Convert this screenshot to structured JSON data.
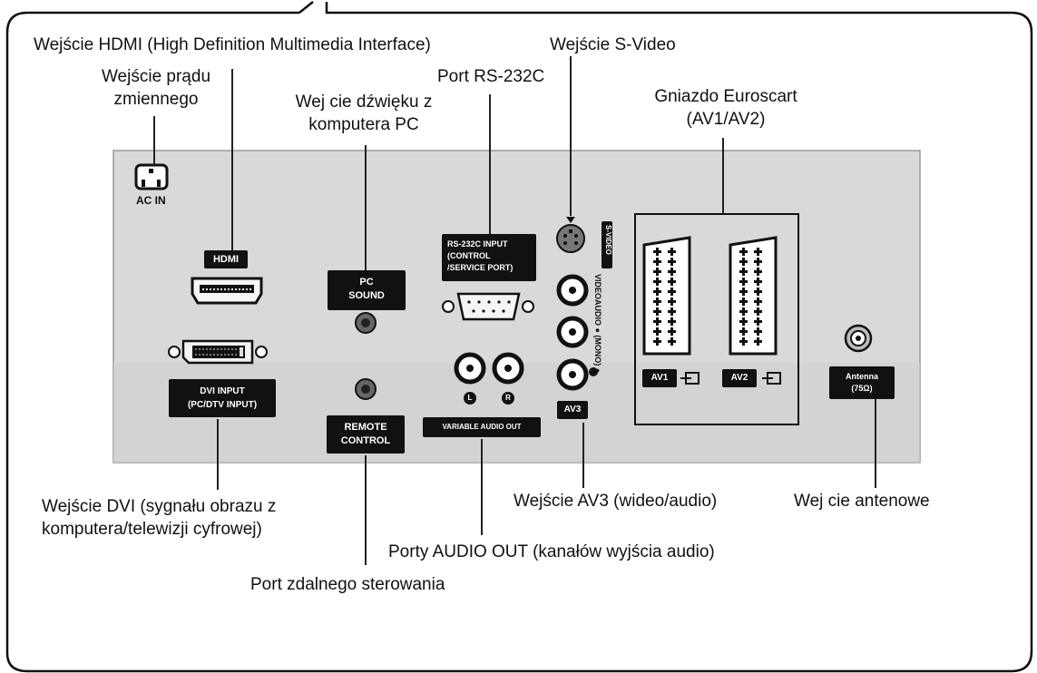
{
  "callouts": {
    "hdmi": "Wejście HDMI (High Definition Multimedia Interface)",
    "ac_line1": "Wejście prądu",
    "ac_line2": "zmiennego",
    "pc_sound_line1": "Wej cie dźwięku z",
    "pc_sound_line2": "komputera PC",
    "rs232": "Port RS-232C",
    "svideo": "Wejście S-Video",
    "euroscart_line1": "Gniazdo Euroscart",
    "euroscart_line2": "(AV1/AV2)",
    "dvi_line1": "Wejście DVI (sygnału obrazu z",
    "dvi_line2": "komputera/telewizji cyfrowej)",
    "av3": "Wejście AV3 (wideo/audio)",
    "antenna": "Wej cie antenowe",
    "audio_out": "Porty AUDIO OUT (kanałów wyjścia audio)",
    "remote": "Port zdalnego sterowania"
  },
  "panel_labels": {
    "ac_in": "AC IN",
    "hdmi": "HDMI",
    "pc_sound_1": "PC",
    "pc_sound_2": "SOUND",
    "rs232_1": "RS-232C INPUT",
    "rs232_2": "(CONTROL",
    "rs232_3": "/SERVICE PORT)",
    "svideo": "S-VIDEO",
    "video": "VIDEO",
    "audio_mono": "AUDIO ● (MONO) ●",
    "av3": "AV3",
    "dvi_1": "DVI INPUT",
    "dvi_2": "(PC/DTV INPUT)",
    "remote_1": "REMOTE",
    "remote_2": "CONTROL",
    "left": "L",
    "right": "R",
    "variable_audio_out": "VARIABLE AUDIO OUT",
    "av1": "AV1",
    "av2": "AV2",
    "antenna_1": "Antenna",
    "antenna_2": "(75Ω)"
  },
  "colors": {
    "panel": "#d8d8d8",
    "panel_border": "#9a9a9a",
    "label_bg": "#111111",
    "line": "#222222"
  }
}
